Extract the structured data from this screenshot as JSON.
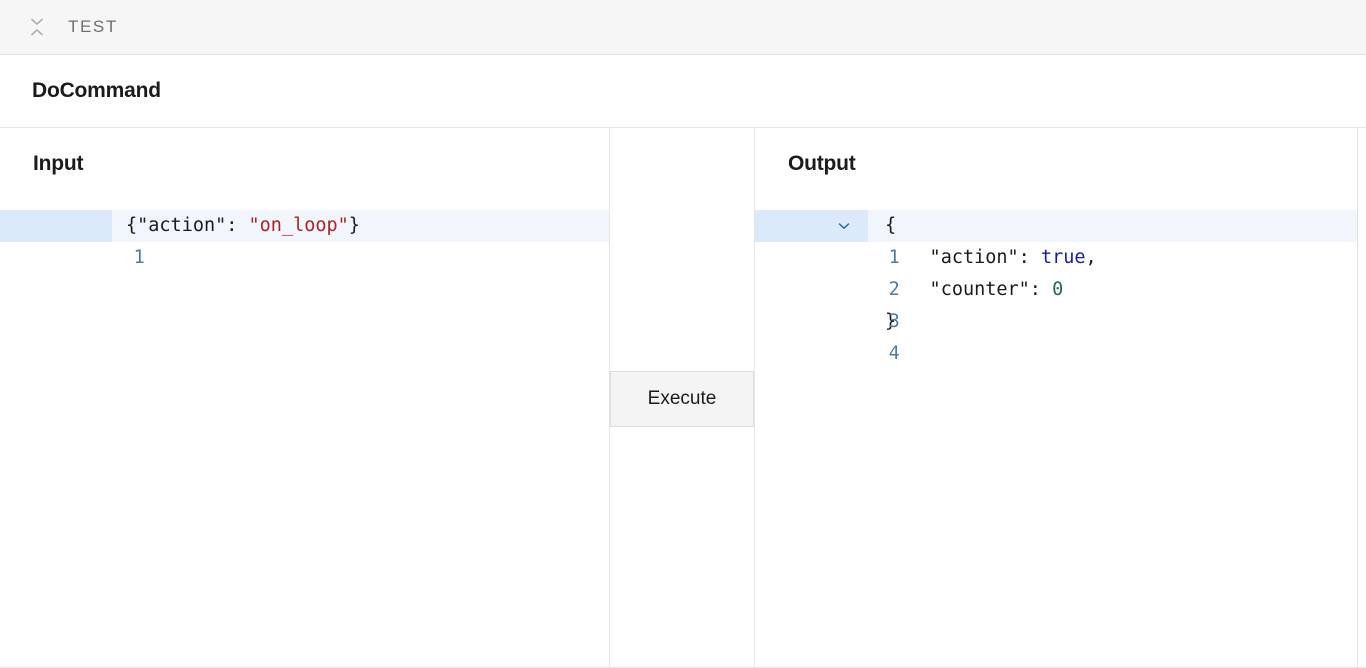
{
  "topbar": {
    "collapse_icon": "collapse-chevrons-icon",
    "title": "TEST"
  },
  "command": {
    "title": "DoCommand"
  },
  "input_pane": {
    "title": "Input",
    "lines": [
      {
        "number": "1",
        "active": true,
        "tokens": [
          {
            "text": "{",
            "type": "punc"
          },
          {
            "text": "\"action\"",
            "type": "key"
          },
          {
            "text": ": ",
            "type": "punc"
          },
          {
            "text": "\"on_loop\"",
            "type": "str"
          },
          {
            "text": "}",
            "type": "punc"
          }
        ],
        "plain": "{\"action\": \"on_loop\"}"
      }
    ]
  },
  "middle": {
    "execute_label": "Execute"
  },
  "output_pane": {
    "title": "Output",
    "lines": [
      {
        "number": "1",
        "active": true,
        "fold": "chevron-down-icon",
        "plain": "{"
      },
      {
        "number": "2",
        "active": false,
        "plain": "    \"action\": true,"
      },
      {
        "number": "3",
        "active": false,
        "plain": "    \"counter\": 0"
      },
      {
        "number": "4",
        "active": false,
        "plain": "}"
      }
    ]
  },
  "colors": {
    "string": "#b22121",
    "boolean": "#1a1aa8",
    "number": "#236b4b",
    "line_number": "#4b7d9e",
    "active_line_gutter": "#daeafa",
    "active_line_bg": "#f0f6fc",
    "topbar_bg": "#f6f6f7",
    "button_bg": "#f4f4f5",
    "border": "#e4e6e8"
  }
}
